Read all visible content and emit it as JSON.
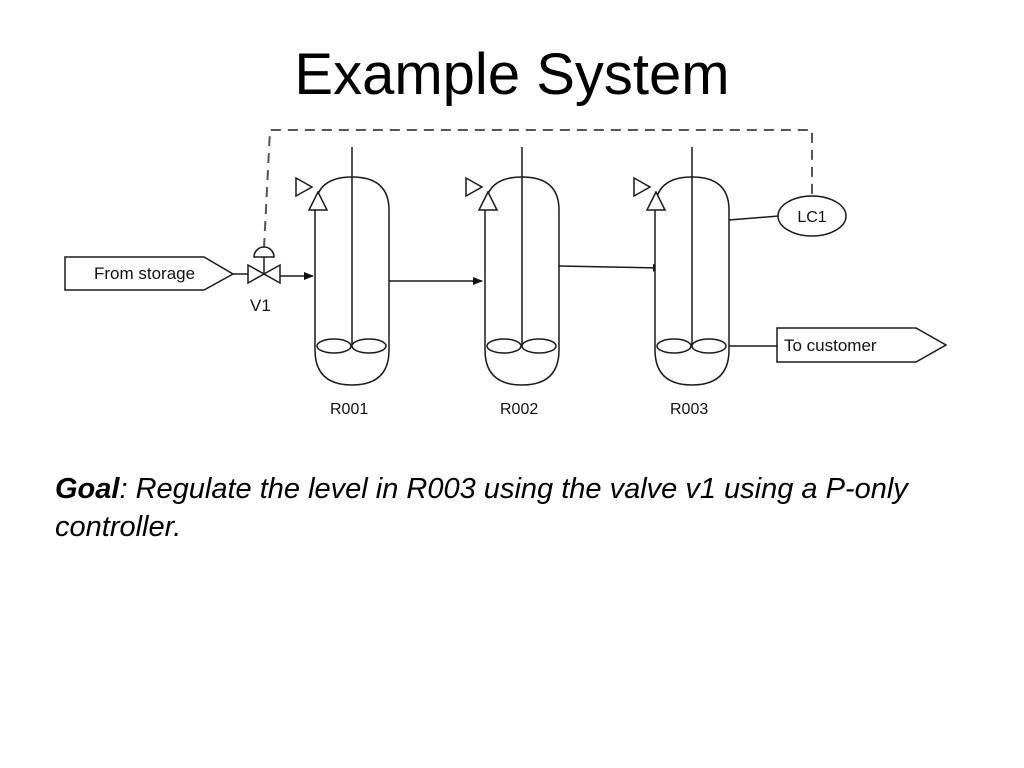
{
  "slide": {
    "title": "Example System"
  },
  "diagram": {
    "inlet_label": "From storage",
    "outlet_label": "To customer",
    "valve_label": "V1",
    "controller_label": "LC1",
    "reactors": [
      {
        "label": "R001"
      },
      {
        "label": "R002"
      },
      {
        "label": "R003"
      }
    ],
    "colors": {
      "line": "#1a1a1a",
      "signal": "#555555",
      "fill": "#ffffff"
    }
  },
  "goal": {
    "label": "Goal",
    "text": ": Regulate the level in R003 using the valve v1 using a P-only controller."
  }
}
